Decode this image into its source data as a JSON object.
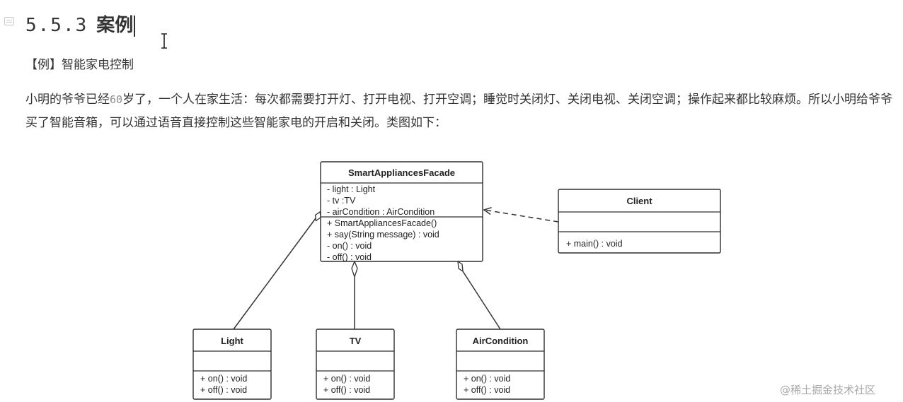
{
  "heading": {
    "number": "5.5.3",
    "title": "案例"
  },
  "example_label": "【例】智能家电控制",
  "paragraph": {
    "part1": "小明的爷爷已经",
    "age": "60",
    "part2": "岁了，一个人在家生活：每次都需要打开灯、打开电视、打开空调；睡觉时关闭灯、关闭电视、关闭空调；操作起来都比较麻烦。所以小明给爷爷买了智能音箱，可以通过语音直接控制这些智能家电的开启和关闭。类图如下："
  },
  "diagram": {
    "facade": {
      "name": "SmartAppliancesFacade",
      "attributes": [
        "- light : Light",
        "- tv :TV",
        "- airCondition : AirCondition"
      ],
      "methods": [
        "+ SmartAppliancesFacade()",
        "+ say(String message) : void",
        "- on() : void",
        "- off() : void"
      ]
    },
    "client": {
      "name": "Client",
      "methods": [
        "+ main() : void"
      ]
    },
    "light": {
      "name": "Light",
      "methods": [
        "+ on() : void",
        "+ off() : void"
      ]
    },
    "tv": {
      "name": "TV",
      "methods": [
        "+ on() : void",
        "+ off() : void"
      ]
    },
    "aircondition": {
      "name": "AirCondition",
      "methods": [
        "+ on() : void",
        "+ off() : void"
      ]
    }
  },
  "watermark": "@稀土掘金技术社区"
}
